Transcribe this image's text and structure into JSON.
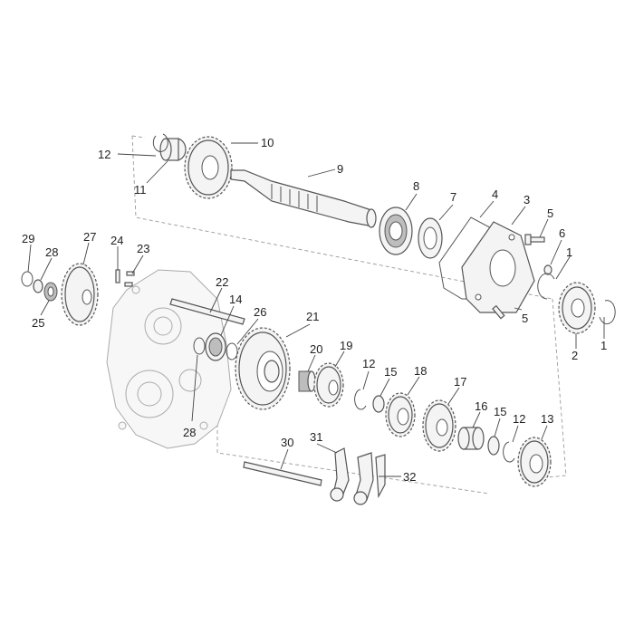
{
  "callouts": [
    {
      "id": "c1a",
      "label": "1"
    },
    {
      "id": "c1b",
      "label": "1"
    },
    {
      "id": "c2",
      "label": "2"
    },
    {
      "id": "c3",
      "label": "3"
    },
    {
      "id": "c4",
      "label": "4"
    },
    {
      "id": "c5a",
      "label": "5"
    },
    {
      "id": "c5b",
      "label": "5"
    },
    {
      "id": "c6",
      "label": "6"
    },
    {
      "id": "c7",
      "label": "7"
    },
    {
      "id": "c8",
      "label": "8"
    },
    {
      "id": "c9",
      "label": "9"
    },
    {
      "id": "c10",
      "label": "10"
    },
    {
      "id": "c11",
      "label": "11"
    },
    {
      "id": "c12a",
      "label": "12"
    },
    {
      "id": "c12b",
      "label": "12"
    },
    {
      "id": "c12c",
      "label": "12"
    },
    {
      "id": "c13",
      "label": "13"
    },
    {
      "id": "c14",
      "label": "14"
    },
    {
      "id": "c15a",
      "label": "15"
    },
    {
      "id": "c15b",
      "label": "15"
    },
    {
      "id": "c16",
      "label": "16"
    },
    {
      "id": "c17",
      "label": "17"
    },
    {
      "id": "c18",
      "label": "18"
    },
    {
      "id": "c19",
      "label": "19"
    },
    {
      "id": "c20",
      "label": "20"
    },
    {
      "id": "c21",
      "label": "21"
    },
    {
      "id": "c22",
      "label": "22"
    },
    {
      "id": "c23",
      "label": "23"
    },
    {
      "id": "c24",
      "label": "24"
    },
    {
      "id": "c25",
      "label": "25"
    },
    {
      "id": "c26",
      "label": "26"
    },
    {
      "id": "c27",
      "label": "27"
    },
    {
      "id": "c28",
      "label": "28"
    },
    {
      "id": "c29",
      "label": "29"
    },
    {
      "id": "c30",
      "label": "30"
    },
    {
      "id": "c31",
      "label": "31"
    },
    {
      "id": "c32",
      "label": "32"
    }
  ]
}
